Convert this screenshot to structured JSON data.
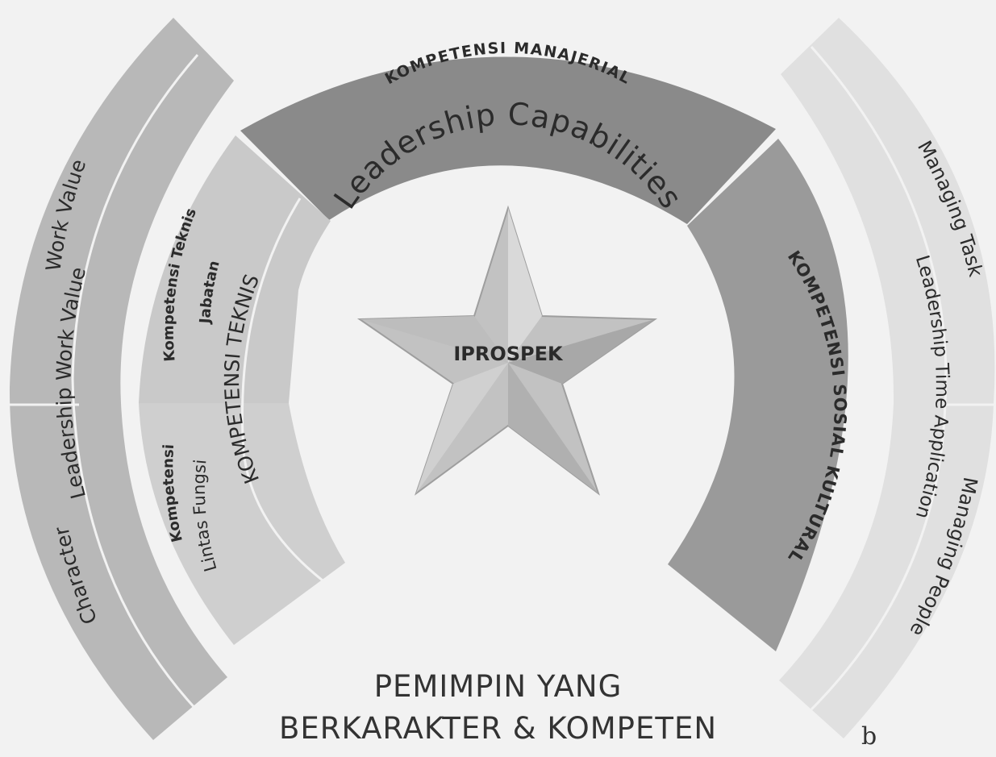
{
  "diagram": {
    "center": "IPROSPEK",
    "arc_title": "Leadership Capabilities",
    "top_segment": "KOMPETENSI MANAJERIAL",
    "right_segment": "KOMPETENSI SOSIAL KULTURAL",
    "left_inner": {
      "main": "KOMPETENSI TEKNIS",
      "upper": [
        "Kompetensi Teknis",
        "Jabatan"
      ],
      "lower": [
        "Kompetensi",
        "Lintas Fungsi"
      ]
    },
    "left_outer": {
      "main": "Leadership Work Value",
      "upper": "Work Value",
      "lower": "Character"
    },
    "right_outer": {
      "main": "Leadership Time Application",
      "upper": "Managing Task",
      "lower": "Managing People"
    },
    "caption": [
      "PEMIMPIN YANG",
      "BERKARAKTER & KOMPETEN"
    ],
    "corner_mark": "b"
  },
  "colors": {
    "background": "#f2f2f2",
    "manajerial": "#8a8a8a",
    "sosial_kultural": "#9a9a9a",
    "teknis": "#c9c9c9",
    "work_value": "#b8b8b8",
    "time_application": "#e0e0e0",
    "text": "#2b2b2b"
  }
}
